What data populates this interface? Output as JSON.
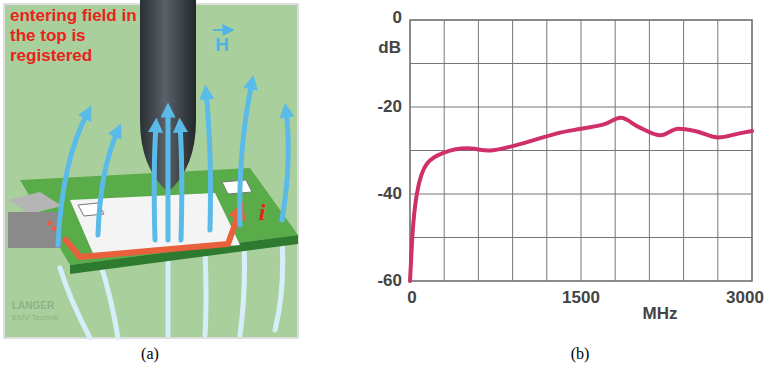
{
  "diagram": {
    "labels": [
      "entering field in the top is registered",
      "H",
      "i",
      "LANGER",
      "EMV-Technik",
      "(a)",
      "0",
      "dB",
      "-20",
      "-40",
      "-60",
      "0",
      "1500",
      "MHz",
      "3000",
      "(b)"
    ]
  }
}
